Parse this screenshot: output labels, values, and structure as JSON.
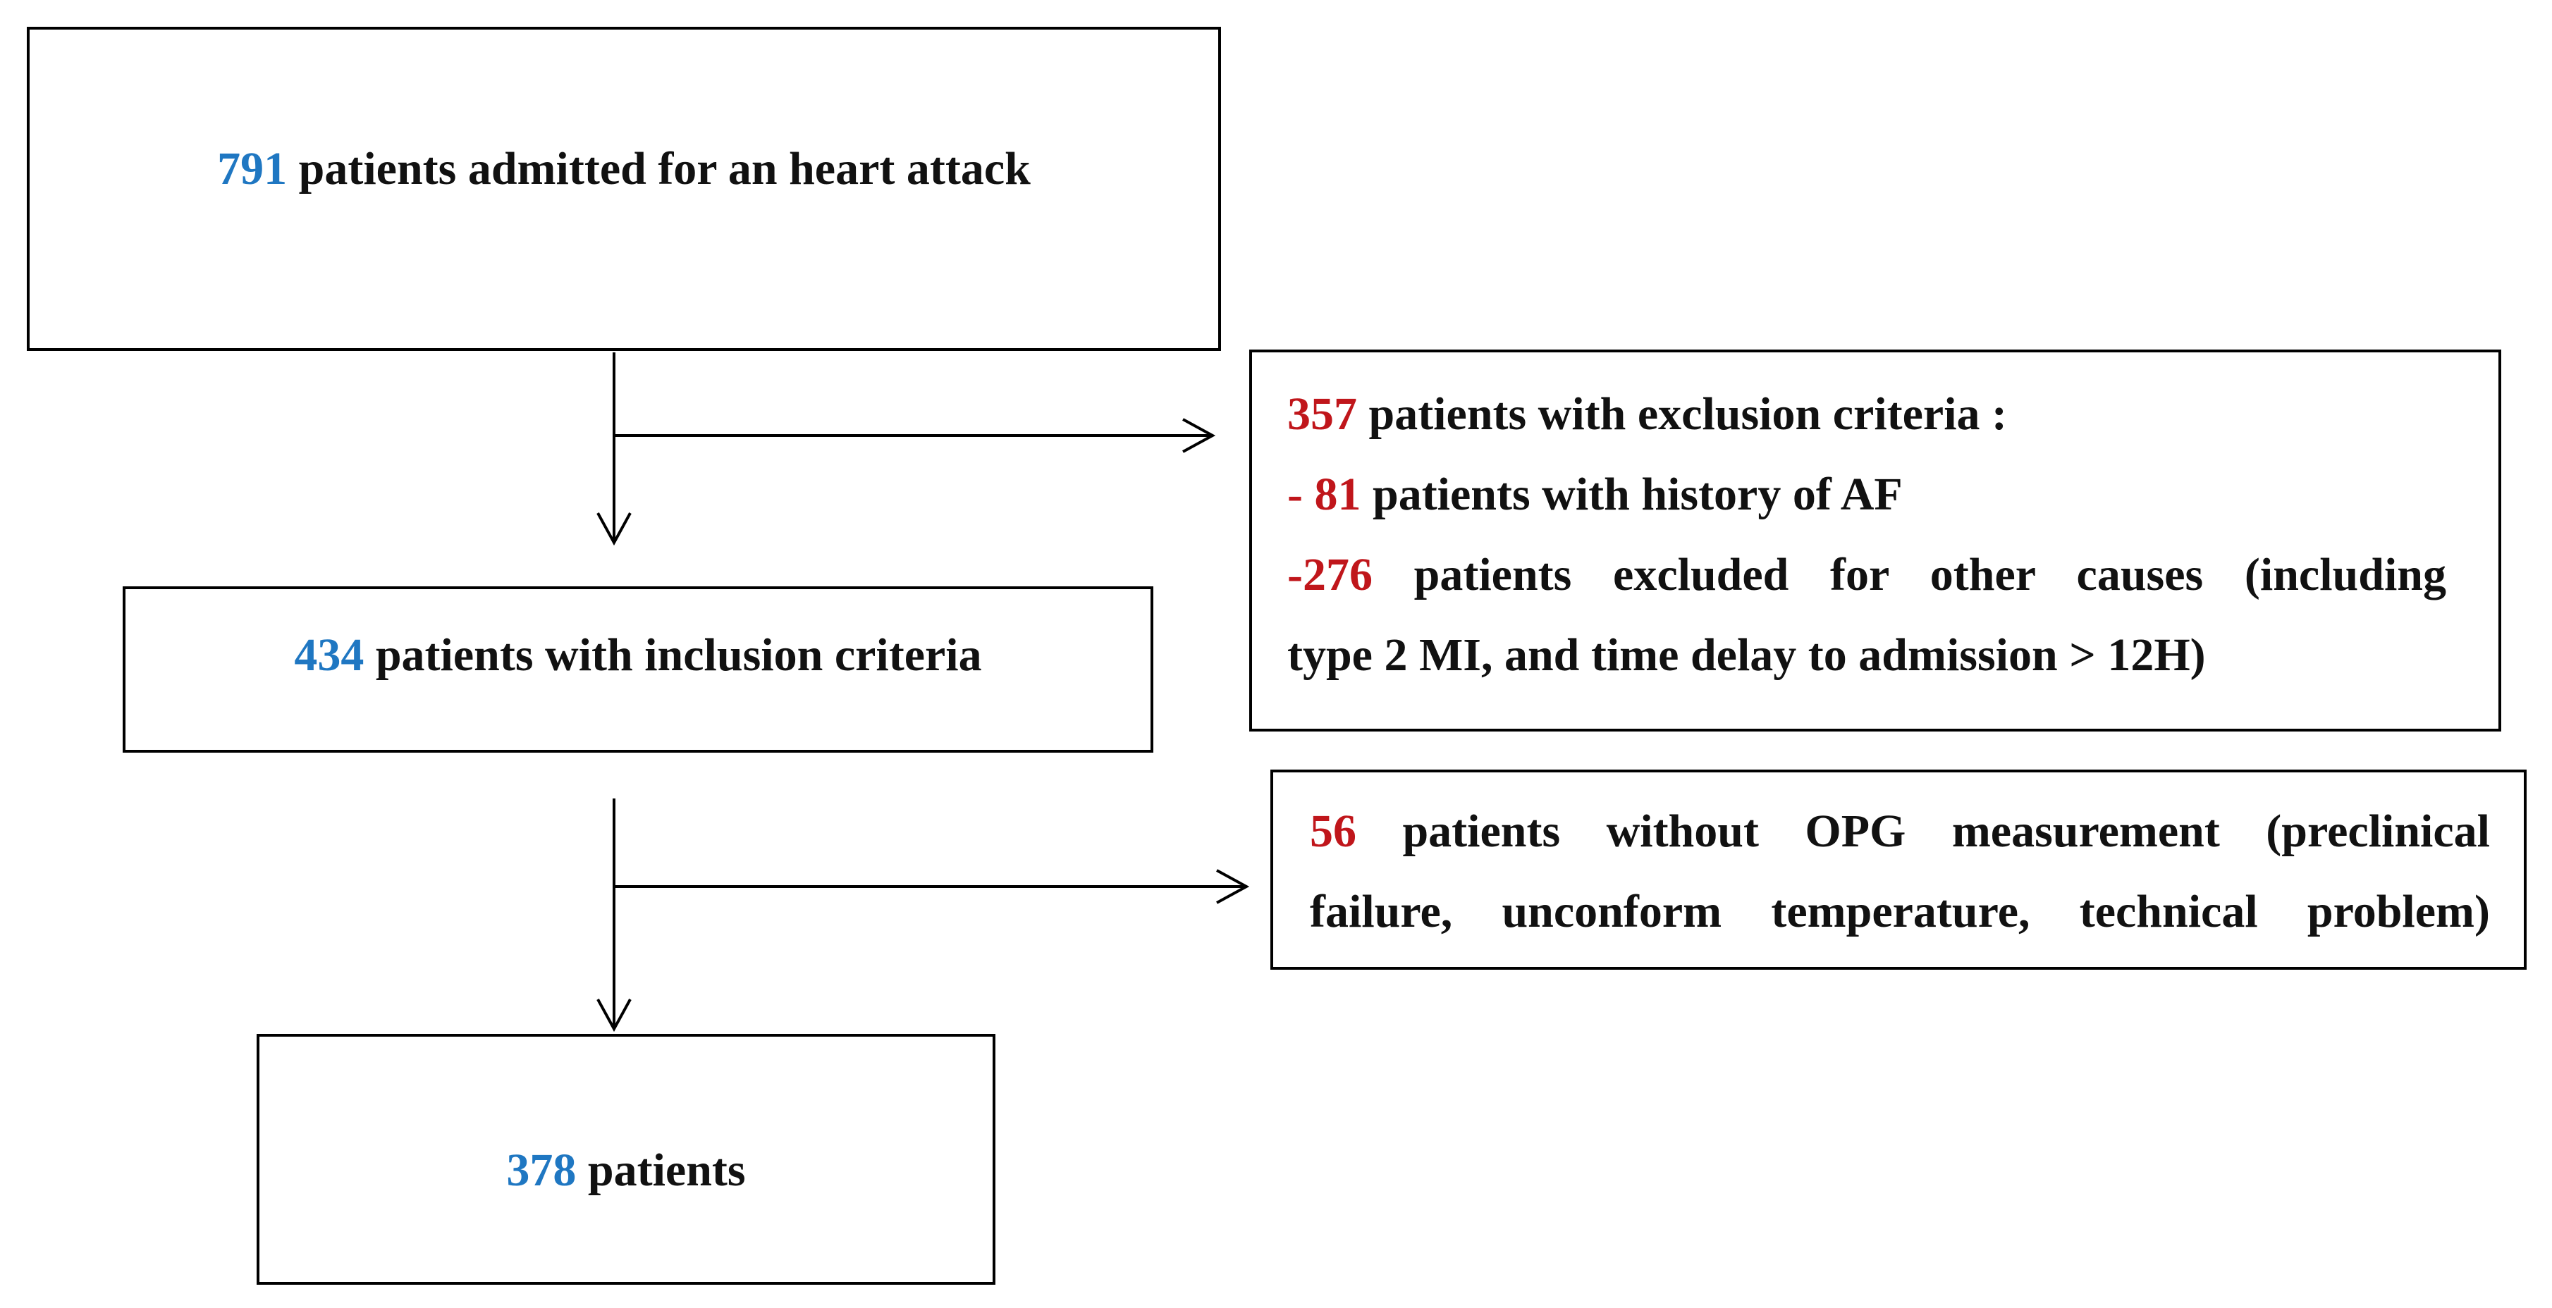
{
  "admitted": {
    "count": "791",
    "text": " patients admitted for an heart attack"
  },
  "inclusion": {
    "count": "434",
    "text": " patients with inclusion criteria"
  },
  "final": {
    "count": "378",
    "text": " patients"
  },
  "exclusion": {
    "line1_count": "357",
    "line1_text": " patients with exclusion criteria :",
    "line2_count": "- 81",
    "line2_text": " patients with history of AF",
    "line3_count": "-276",
    "line3_text": " patients excluded for other causes (including",
    "line4_text": "type 2 MI, and time delay to admission > 12H)"
  },
  "no_opg": {
    "line1_count": "56",
    "line1_text": " patients without OPG measurement (preclinical",
    "line2_text": "failure, unconform temperature, technical problem)"
  },
  "colors": {
    "included_count": "#1f77c2",
    "excluded_count": "#c0161b"
  }
}
